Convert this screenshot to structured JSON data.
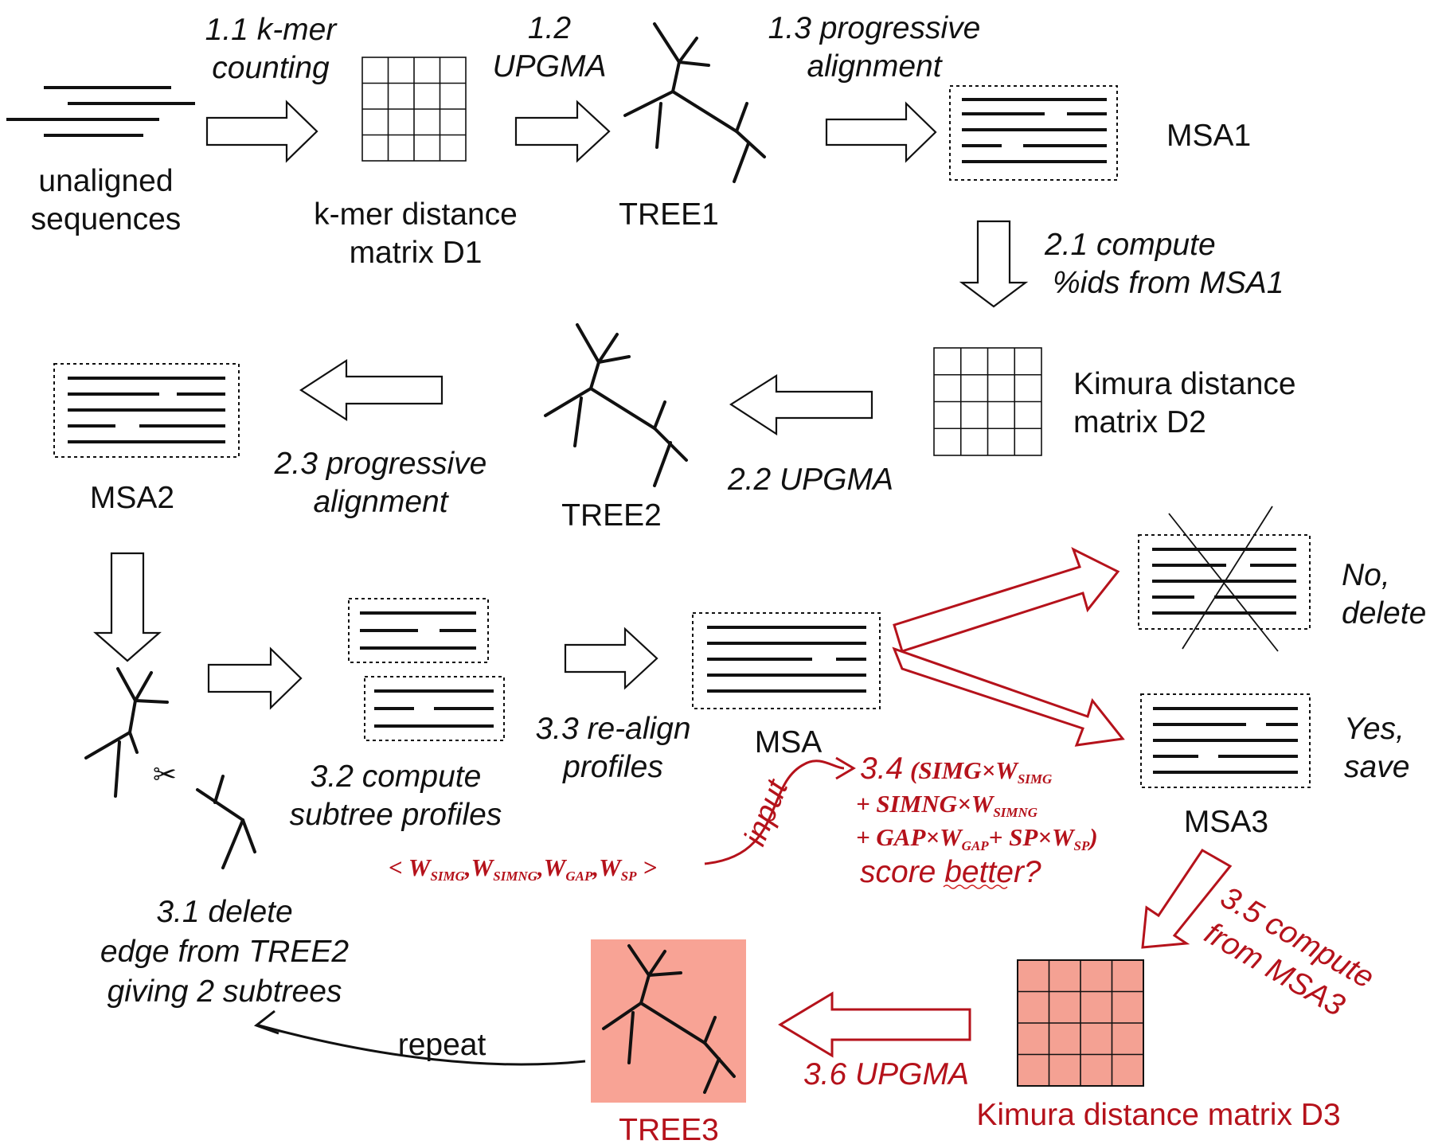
{
  "labels": {
    "unaligned_line1": "unaligned",
    "unaligned_line2": "sequences",
    "kmer_line1": "k-mer distance",
    "kmer_line2": "matrix D1",
    "tree1": "TREE1",
    "msa1": "MSA1",
    "kimura2_line1": "Kimura distance",
    "kimura2_line2": "matrix D2",
    "tree2": "TREE2",
    "msa2": "MSA2",
    "msa": "MSA",
    "msa3": "MSA3",
    "no_line1": "No,",
    "no_line2": "delete",
    "yes_line1": "Yes,",
    "yes_line2": "save",
    "tree3": "TREE3",
    "kimura3": "Kimura distance matrix D3"
  },
  "steps": {
    "s1_1_line1": "1.1 k-mer",
    "s1_1_line2": "counting",
    "s1_2_line1": "1.2",
    "s1_2_line2": "UPGMA",
    "s1_3_line1": "1.3 progressive",
    "s1_3_line2": "alignment",
    "s2_1_line1": "2.1 compute",
    "s2_1_line2": "%ids from MSA1",
    "s2_2": "2.2 UPGMA",
    "s2_3_line1": "2.3 progressive",
    "s2_3_line2": "alignment",
    "s3_1_line1": "3.1 delete",
    "s3_1_line2": "edge from TREE2",
    "s3_1_line3": "giving 2 subtrees",
    "s3_2_line1": "3.2 compute",
    "s3_2_line2": "subtree profiles",
    "s3_3_line1": "3.3 re-align",
    "s3_3_line2": "profiles",
    "s3_4_number": "3.4",
    "s3_4_question": "score better?",
    "s3_5_line1": "3.5 compute",
    "s3_5_line2": "from MSA3",
    "s3_6": "3.6 UPGMA",
    "repeat": "repeat",
    "input": "input"
  },
  "formula": {
    "open_paren": "(",
    "simg": "SIMG",
    "times": "×",
    "w": "W",
    "sub_simg": "SIMG",
    "plus": "+",
    "simng": "SIMNG",
    "sub_simng": "SIMNG",
    "gap": "GAP",
    "sub_gap": "GAP",
    "sp": "SP",
    "sub_sp": "SP",
    "close_paren": ")"
  },
  "weights": {
    "lt": "<",
    "w": "W",
    "sub_simg": "SIMG",
    "sub_simng": "SIMNG",
    "sub_gap": "GAP",
    "sub_sp": "SP",
    "comma": ",",
    "gt": ">"
  },
  "colors": {
    "accent_red": "#b5121b",
    "tree3_fill": "#f8a395",
    "matrix_d3_fill": "#f4a193"
  },
  "icons": {
    "scissors": "✂"
  }
}
